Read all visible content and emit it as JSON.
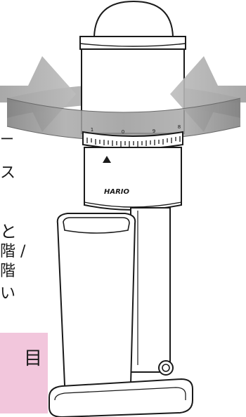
{
  "left_text_fragments": [
    "ー",
    "ス",
    "と",
    "階 /",
    "階",
    "い"
  ],
  "pink_label": "目",
  "brand_logo": "HARIO",
  "dial_marks": [
    "1",
    "0",
    "9",
    "8"
  ],
  "colors": {
    "pink_panel": "#f2c6dc",
    "arrow_fill": "#9a9a9a",
    "band_fill": "#8c8c8c",
    "line": "#1a1a1a"
  }
}
